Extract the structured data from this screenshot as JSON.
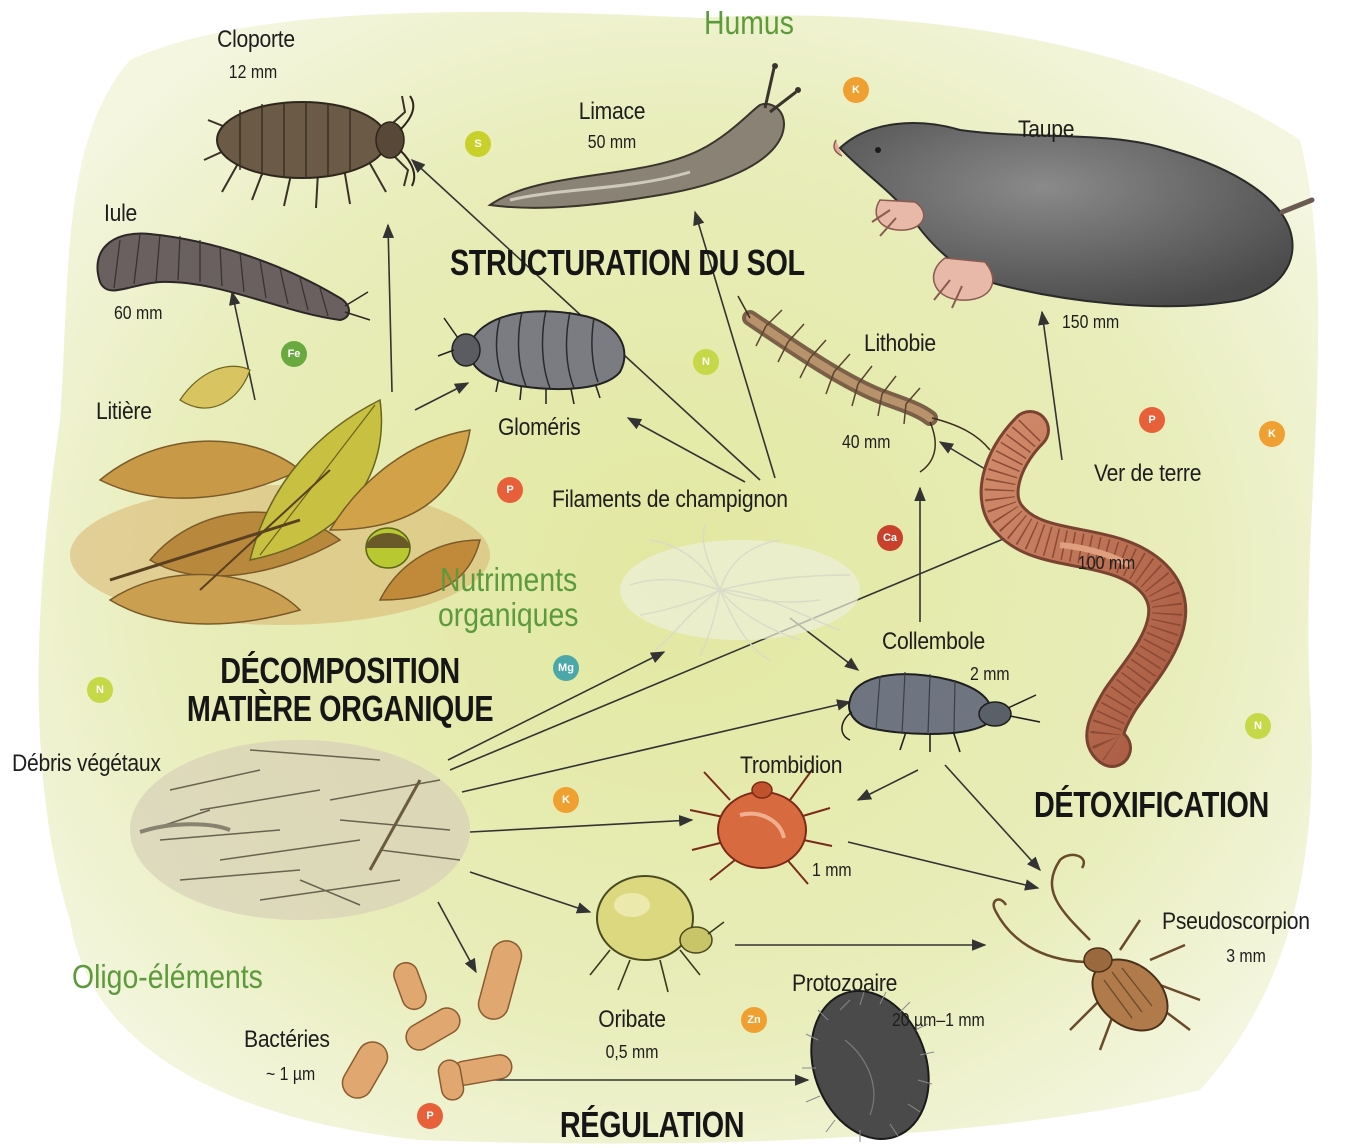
{
  "labels": {
    "humus": "Humus",
    "cloporte": {
      "name": "Cloporte",
      "size": "12 mm"
    },
    "limace": {
      "name": "Limace",
      "size": "50 mm"
    },
    "taupe": {
      "name": "Taupe",
      "size": "150 mm"
    },
    "iule": {
      "name": "Iule",
      "size": "60 mm"
    },
    "glomeris": {
      "name": "Gloméris"
    },
    "lithobie": {
      "name": "Lithobie",
      "size": "40 mm"
    },
    "litiere": "Litière",
    "filaments": "Filaments de champignon",
    "ver": {
      "name": "Ver de terre",
      "size": "100 mm"
    },
    "nutriments_1": "Nutriments",
    "nutriments_2": "organiques",
    "collembole": {
      "name": "Collembole",
      "size": "2 mm"
    },
    "debris": "Débris végétaux",
    "trombidion": {
      "name": "Trombidion",
      "size": "1 mm"
    },
    "pseudoscorpion": {
      "name": "Pseudoscorpion",
      "size": "3 mm"
    },
    "oligo": "Oligo-éléments",
    "oribate": {
      "name": "Oribate",
      "size": "0,5 mm"
    },
    "protozoaire": {
      "name": "Protozoaire",
      "size": "20 µm–1 mm"
    },
    "bacteries": {
      "name": "Bactéries",
      "size": "~ 1 µm"
    }
  },
  "functions": {
    "structuration": "STRUCTURATION DU SOL",
    "decomposition_1": "DÉCOMPOSITION",
    "decomposition_2": "MATIÈRE ORGANIQUE",
    "detoxification": "DÉTOXIFICATION",
    "regulation": "RÉGULATION"
  },
  "elements": [
    {
      "symbol": "S",
      "color": "#c9d02a"
    },
    {
      "symbol": "K",
      "color": "#f0a030"
    },
    {
      "symbol": "Fe",
      "color": "#6aa840"
    },
    {
      "symbol": "N",
      "color": "#c5d848"
    },
    {
      "symbol": "P",
      "color": "#e8603a"
    },
    {
      "symbol": "K",
      "color": "#f0a030"
    },
    {
      "symbol": "P",
      "color": "#e8603a"
    },
    {
      "symbol": "Ca",
      "color": "#c9402c"
    },
    {
      "symbol": "Mg",
      "color": "#4aa8a8"
    },
    {
      "symbol": "N",
      "color": "#c5d848"
    },
    {
      "symbol": "N",
      "color": "#c5d848"
    },
    {
      "symbol": "K",
      "color": "#f0a030"
    },
    {
      "symbol": "Zn",
      "color": "#f0a030"
    },
    {
      "symbol": "P",
      "color": "#e8603a"
    }
  ],
  "colors": {
    "background_wash": "#e6ecb0",
    "accent_text": "#5c9a3c",
    "arrow": "#333333"
  }
}
